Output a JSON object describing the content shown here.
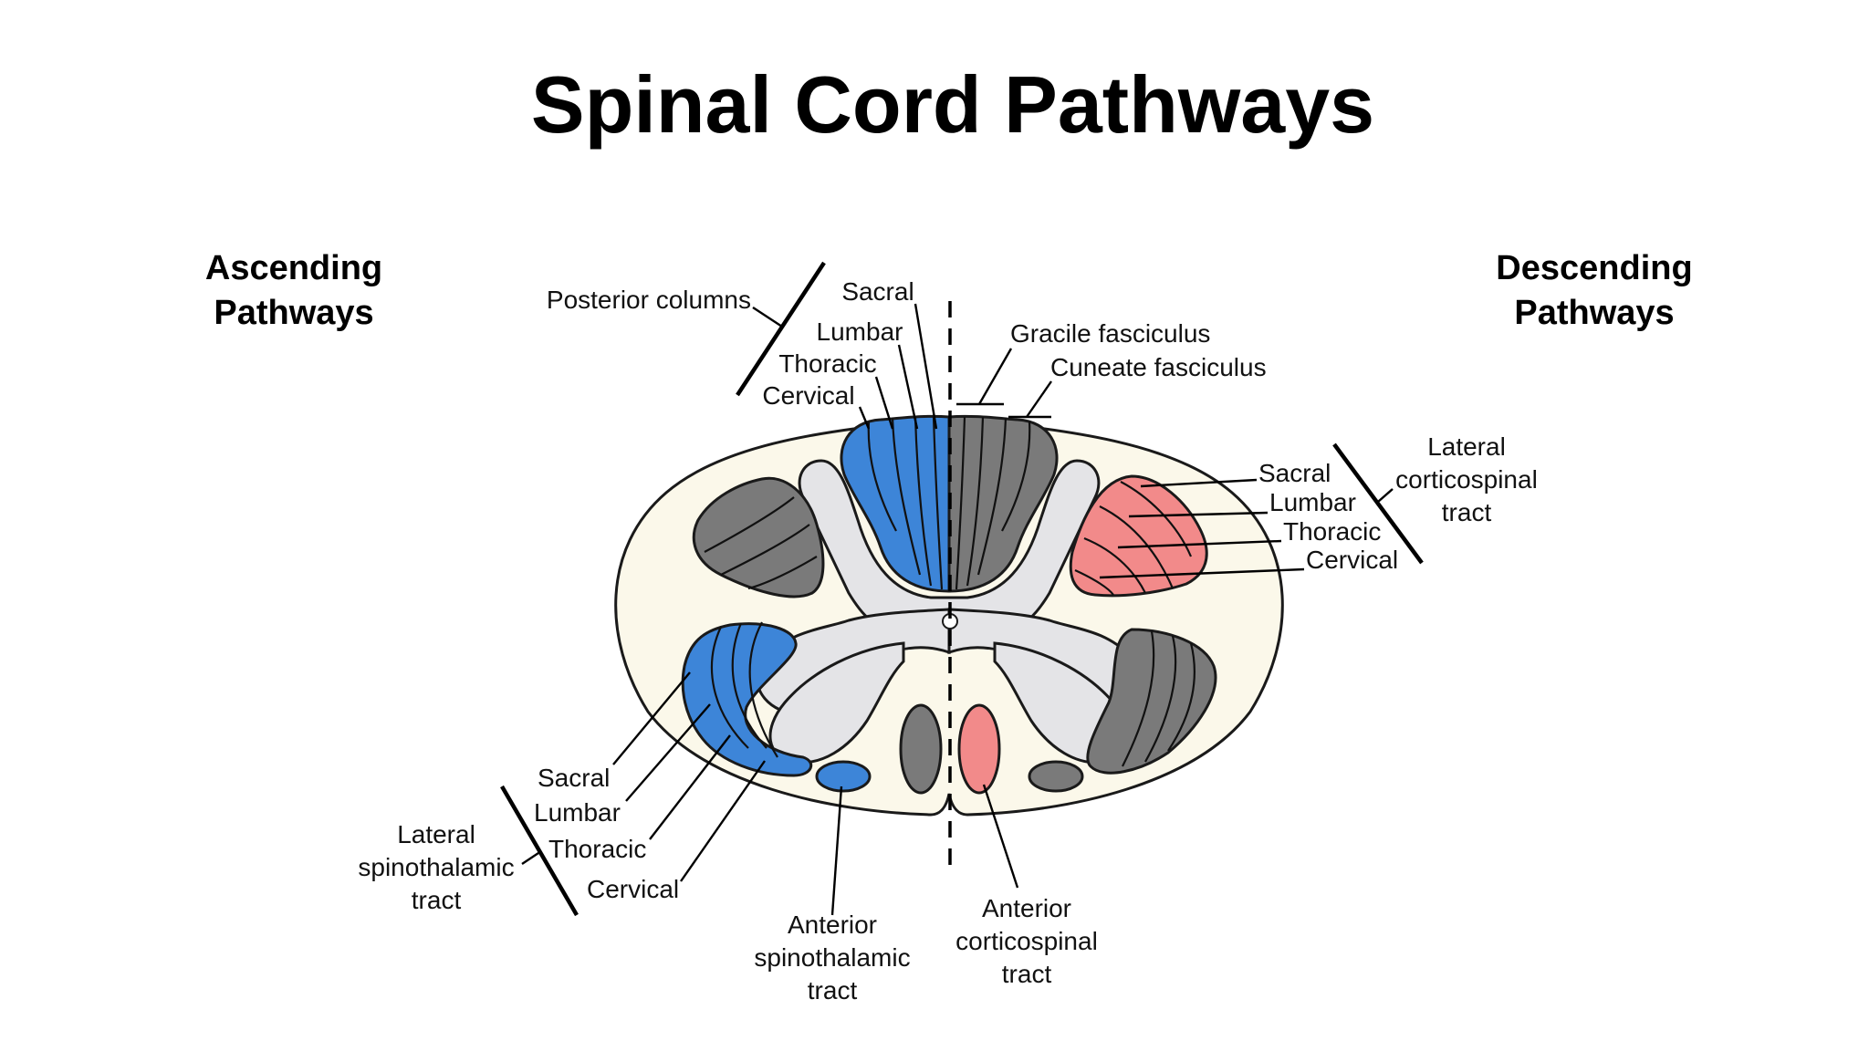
{
  "title": "Spinal Cord Pathways",
  "headings": {
    "ascending": [
      "Ascending",
      "Pathways"
    ],
    "descending": [
      "Descending",
      "Pathways"
    ]
  },
  "labels": {
    "posterior_columns": "Posterior columns",
    "pc_sacral": "Sacral",
    "pc_lumbar": "Lumbar",
    "pc_thoracic": "Thoracic",
    "pc_cervical": "Cervical",
    "gracile": "Gracile fasciculus",
    "cuneate": "Cuneate fasciculus",
    "lcs_title": [
      "Lateral",
      "corticospinal",
      "tract"
    ],
    "lcs_sacral": "Sacral",
    "lcs_lumbar": "Lumbar",
    "lcs_thoracic": "Thoracic",
    "lcs_cervical": "Cervical",
    "lst_title": [
      "Lateral",
      "spinothalamic",
      "tract"
    ],
    "lst_sacral": "Sacral",
    "lst_lumbar": "Lumbar",
    "lst_thoracic": "Thoracic",
    "lst_cervical": "Cervical",
    "ast_title": [
      "Anterior",
      "spinothalamic",
      "tract"
    ],
    "acs_title": [
      "Anterior",
      "corticospinal",
      "tract"
    ]
  },
  "colors": {
    "ascending": "#3d85d8",
    "descending": "#f28a8a",
    "unlabeled_tract": "#7a7a7a",
    "gray_matter": "#e4e4e7",
    "white_matter": "#fbf8ea"
  }
}
